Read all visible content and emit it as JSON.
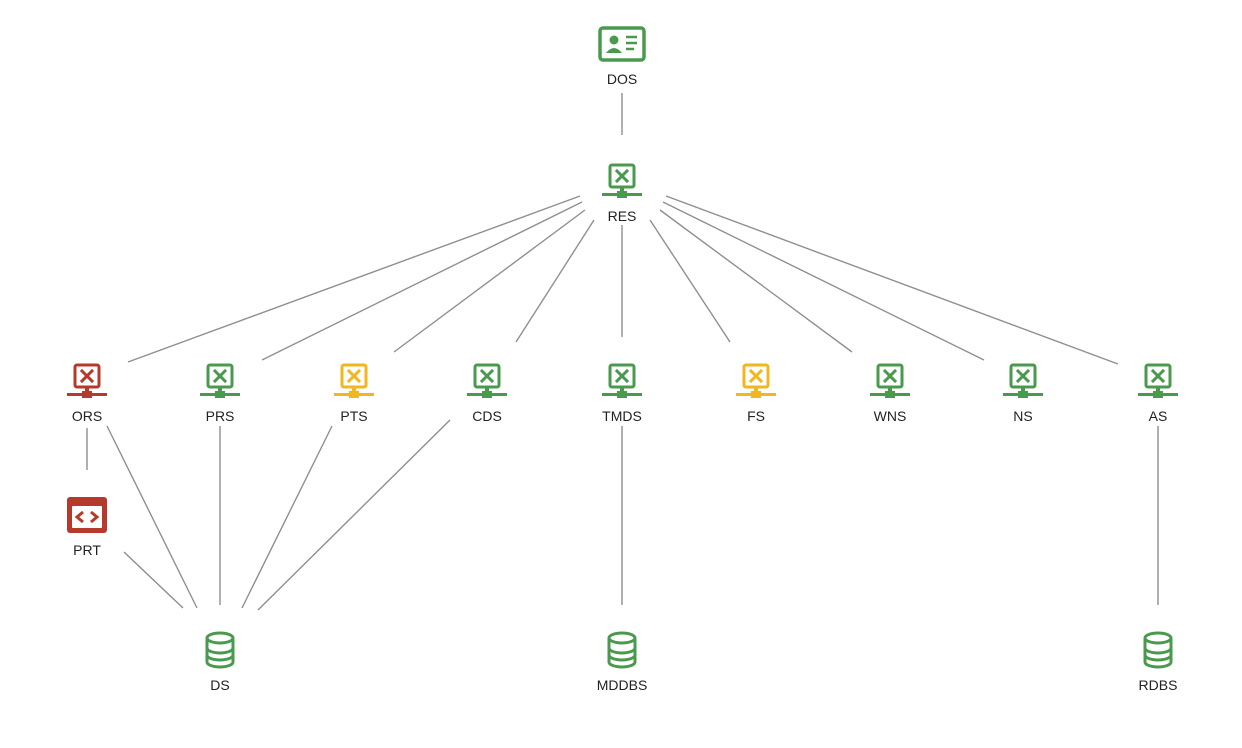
{
  "colors": {
    "green": "#4a9a4e",
    "red": "#b63a2b",
    "yellow": "#f2b61e",
    "edge": "#8f8f8f"
  },
  "nodes": [
    {
      "id": "dos",
      "label": "DOS",
      "icon": "id-card-icon",
      "status": "green"
    },
    {
      "id": "res",
      "label": "RES",
      "icon": "server-icon",
      "status": "green"
    },
    {
      "id": "ors",
      "label": "ORS",
      "icon": "server-icon",
      "status": "red"
    },
    {
      "id": "prs",
      "label": "PRS",
      "icon": "server-icon",
      "status": "green"
    },
    {
      "id": "pts",
      "label": "PTS",
      "icon": "server-icon",
      "status": "yellow"
    },
    {
      "id": "cds",
      "label": "CDS",
      "icon": "server-icon",
      "status": "green"
    },
    {
      "id": "tmds",
      "label": "TMDS",
      "icon": "server-icon",
      "status": "green"
    },
    {
      "id": "fs",
      "label": "FS",
      "icon": "server-icon",
      "status": "yellow"
    },
    {
      "id": "wns",
      "label": "WNS",
      "icon": "server-icon",
      "status": "green"
    },
    {
      "id": "ns",
      "label": "NS",
      "icon": "server-icon",
      "status": "green"
    },
    {
      "id": "as",
      "label": "AS",
      "icon": "server-icon",
      "status": "green"
    },
    {
      "id": "prt",
      "label": "PRT",
      "icon": "code-window-icon",
      "status": "red"
    },
    {
      "id": "ds",
      "label": "DS",
      "icon": "database-icon",
      "status": "green"
    },
    {
      "id": "mddbs",
      "label": "MDDBS",
      "icon": "database-icon",
      "status": "green"
    },
    {
      "id": "rdbs",
      "label": "RDBS",
      "icon": "database-icon",
      "status": "green"
    }
  ],
  "edges": [
    {
      "from": "dos",
      "to": "res"
    },
    {
      "from": "res",
      "to": "ors"
    },
    {
      "from": "res",
      "to": "prs"
    },
    {
      "from": "res",
      "to": "pts"
    },
    {
      "from": "res",
      "to": "cds"
    },
    {
      "from": "res",
      "to": "tmds"
    },
    {
      "from": "res",
      "to": "fs"
    },
    {
      "from": "res",
      "to": "wns"
    },
    {
      "from": "res",
      "to": "ns"
    },
    {
      "from": "res",
      "to": "as"
    },
    {
      "from": "ors",
      "to": "prt"
    },
    {
      "from": "ors",
      "to": "ds"
    },
    {
      "from": "prt",
      "to": "ds"
    },
    {
      "from": "prs",
      "to": "ds"
    },
    {
      "from": "pts",
      "to": "ds"
    },
    {
      "from": "cds",
      "to": "ds"
    },
    {
      "from": "tmds",
      "to": "mddbs"
    },
    {
      "from": "as",
      "to": "rdbs"
    }
  ]
}
